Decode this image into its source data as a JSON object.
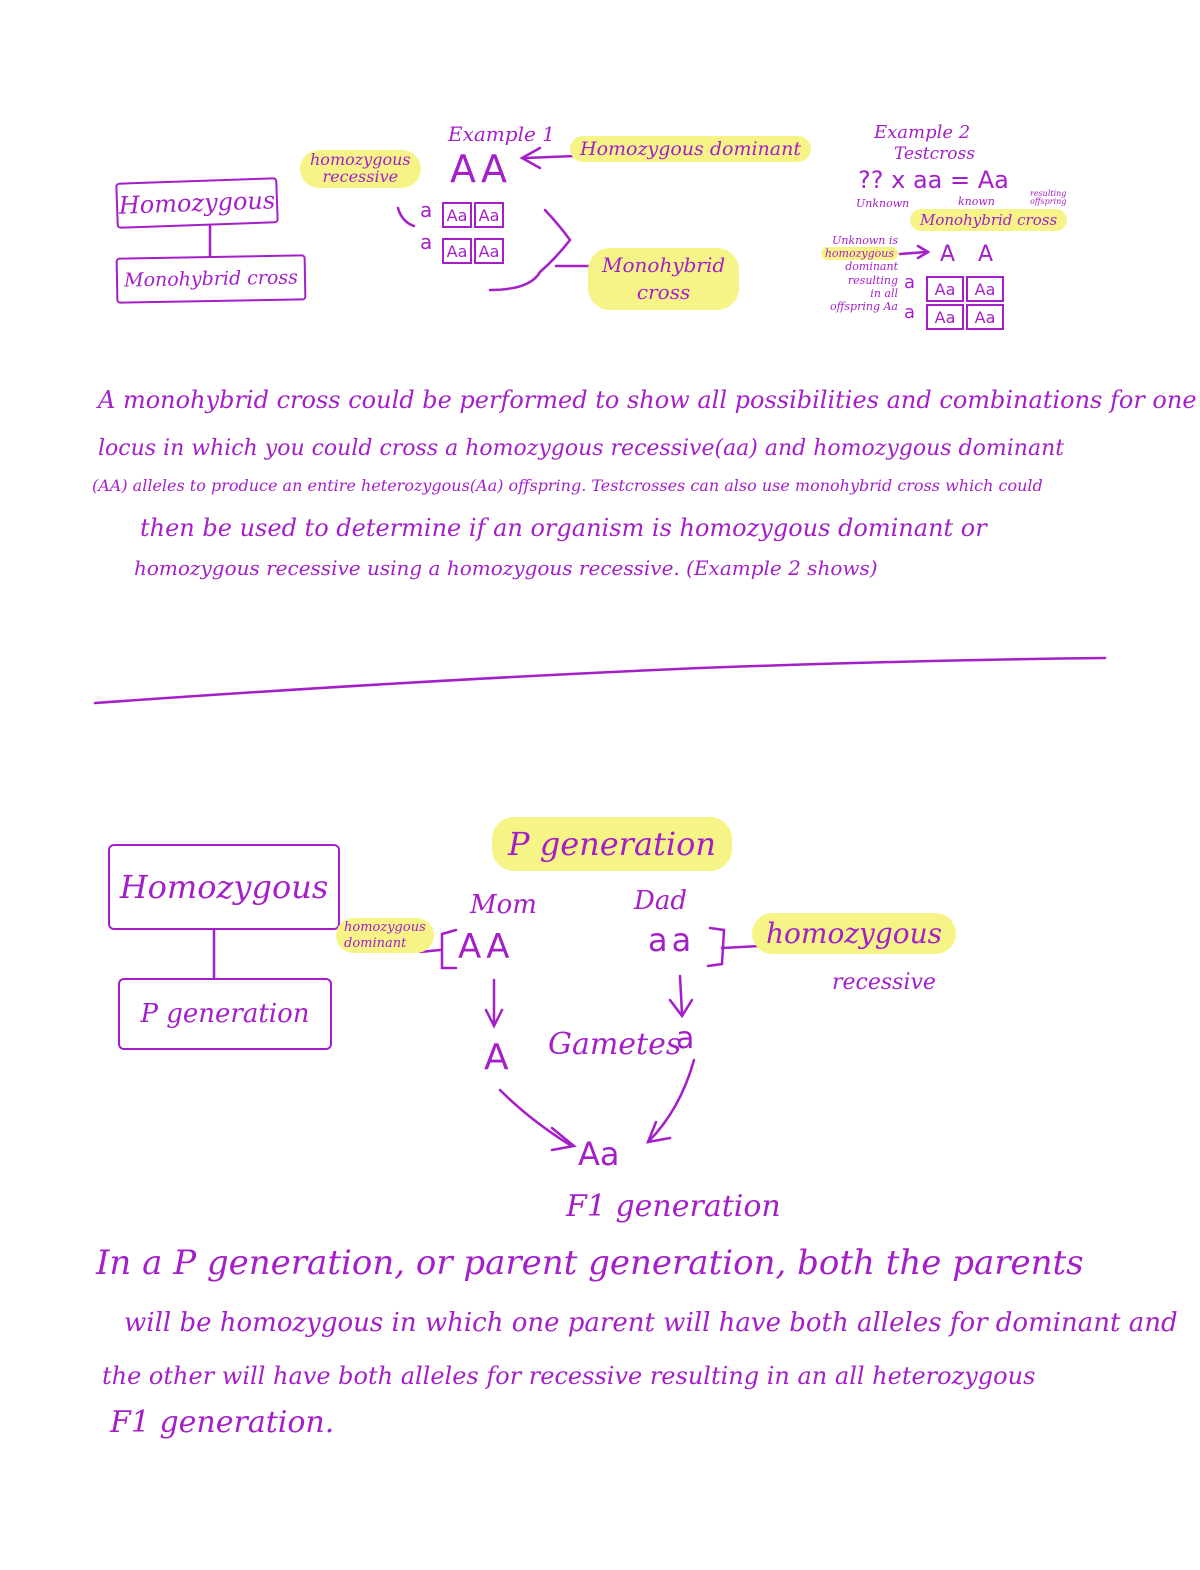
{
  "section1": {
    "box_top": "Homozygous",
    "box_bottom": "Monohybrid cross",
    "example1": {
      "title": "Example 1",
      "label_homozygous_recessive": [
        "homozygous",
        "recessive"
      ],
      "top_alleles": "AA",
      "left_alleles": [
        "a",
        "a"
      ],
      "cells": [
        "Aa",
        "Aa",
        "Aa",
        "Aa"
      ],
      "label_homozygous_dominant": "Homozygous dominant",
      "label_monohybrid_cross": [
        "Monohybrid",
        "cross"
      ]
    },
    "example2": {
      "title": "Example 2",
      "subtitle": "Testcross",
      "equation": "?? x aa = Aa",
      "eq_labels": [
        "Unknown",
        "known",
        "resulting offspring"
      ],
      "label_monohybrid": "Monohybrid cross",
      "side_note": [
        "Unknown is",
        "homozygous",
        "dominant",
        "resulting",
        "in all",
        "offspring Aa"
      ],
      "top_alleles": [
        "A",
        "A"
      ],
      "left_alleles": [
        "a",
        "a"
      ],
      "cells": [
        "Aa",
        "Aa",
        "Aa",
        "Aa"
      ]
    },
    "paragraph": [
      "A monohybrid cross could be performed to show all possibilities and combinations for one",
      "locus in which you could cross a homozygous recessive(aa) and homozygous dominant",
      "(AA) alleles to produce an entire heterozygous(Aa) offspring. Testcrosses can also use monohybrid cross which could",
      "then be used to determine if an organism is homozygous dominant or",
      "homozygous recessive using a homozygous recessive. (Example 2 shows)"
    ]
  },
  "section2": {
    "box_top": "Homozygous",
    "box_bottom": "P generation",
    "p_generation": "P generation",
    "mom": "Mom",
    "dad": "Dad",
    "mom_alleles": "AA",
    "dad_alleles": "aa",
    "label_homozygous_dominant": [
      "homozygous",
      "dominant"
    ],
    "label_homozygous_recessive": [
      "homozygous",
      "recessive"
    ],
    "gamete_mom": "A",
    "gametes_label": "Gametes",
    "gamete_dad": "a",
    "offspring": "Aa",
    "f1_label": "F1 generation",
    "paragraph": [
      "In a P generation, or parent generation, both the parents",
      "will be homozygous in which one parent will have both alleles for dominant and",
      "the other will have both alleles for recessive resulting in an all heterozygous",
      "F1 generation."
    ]
  }
}
